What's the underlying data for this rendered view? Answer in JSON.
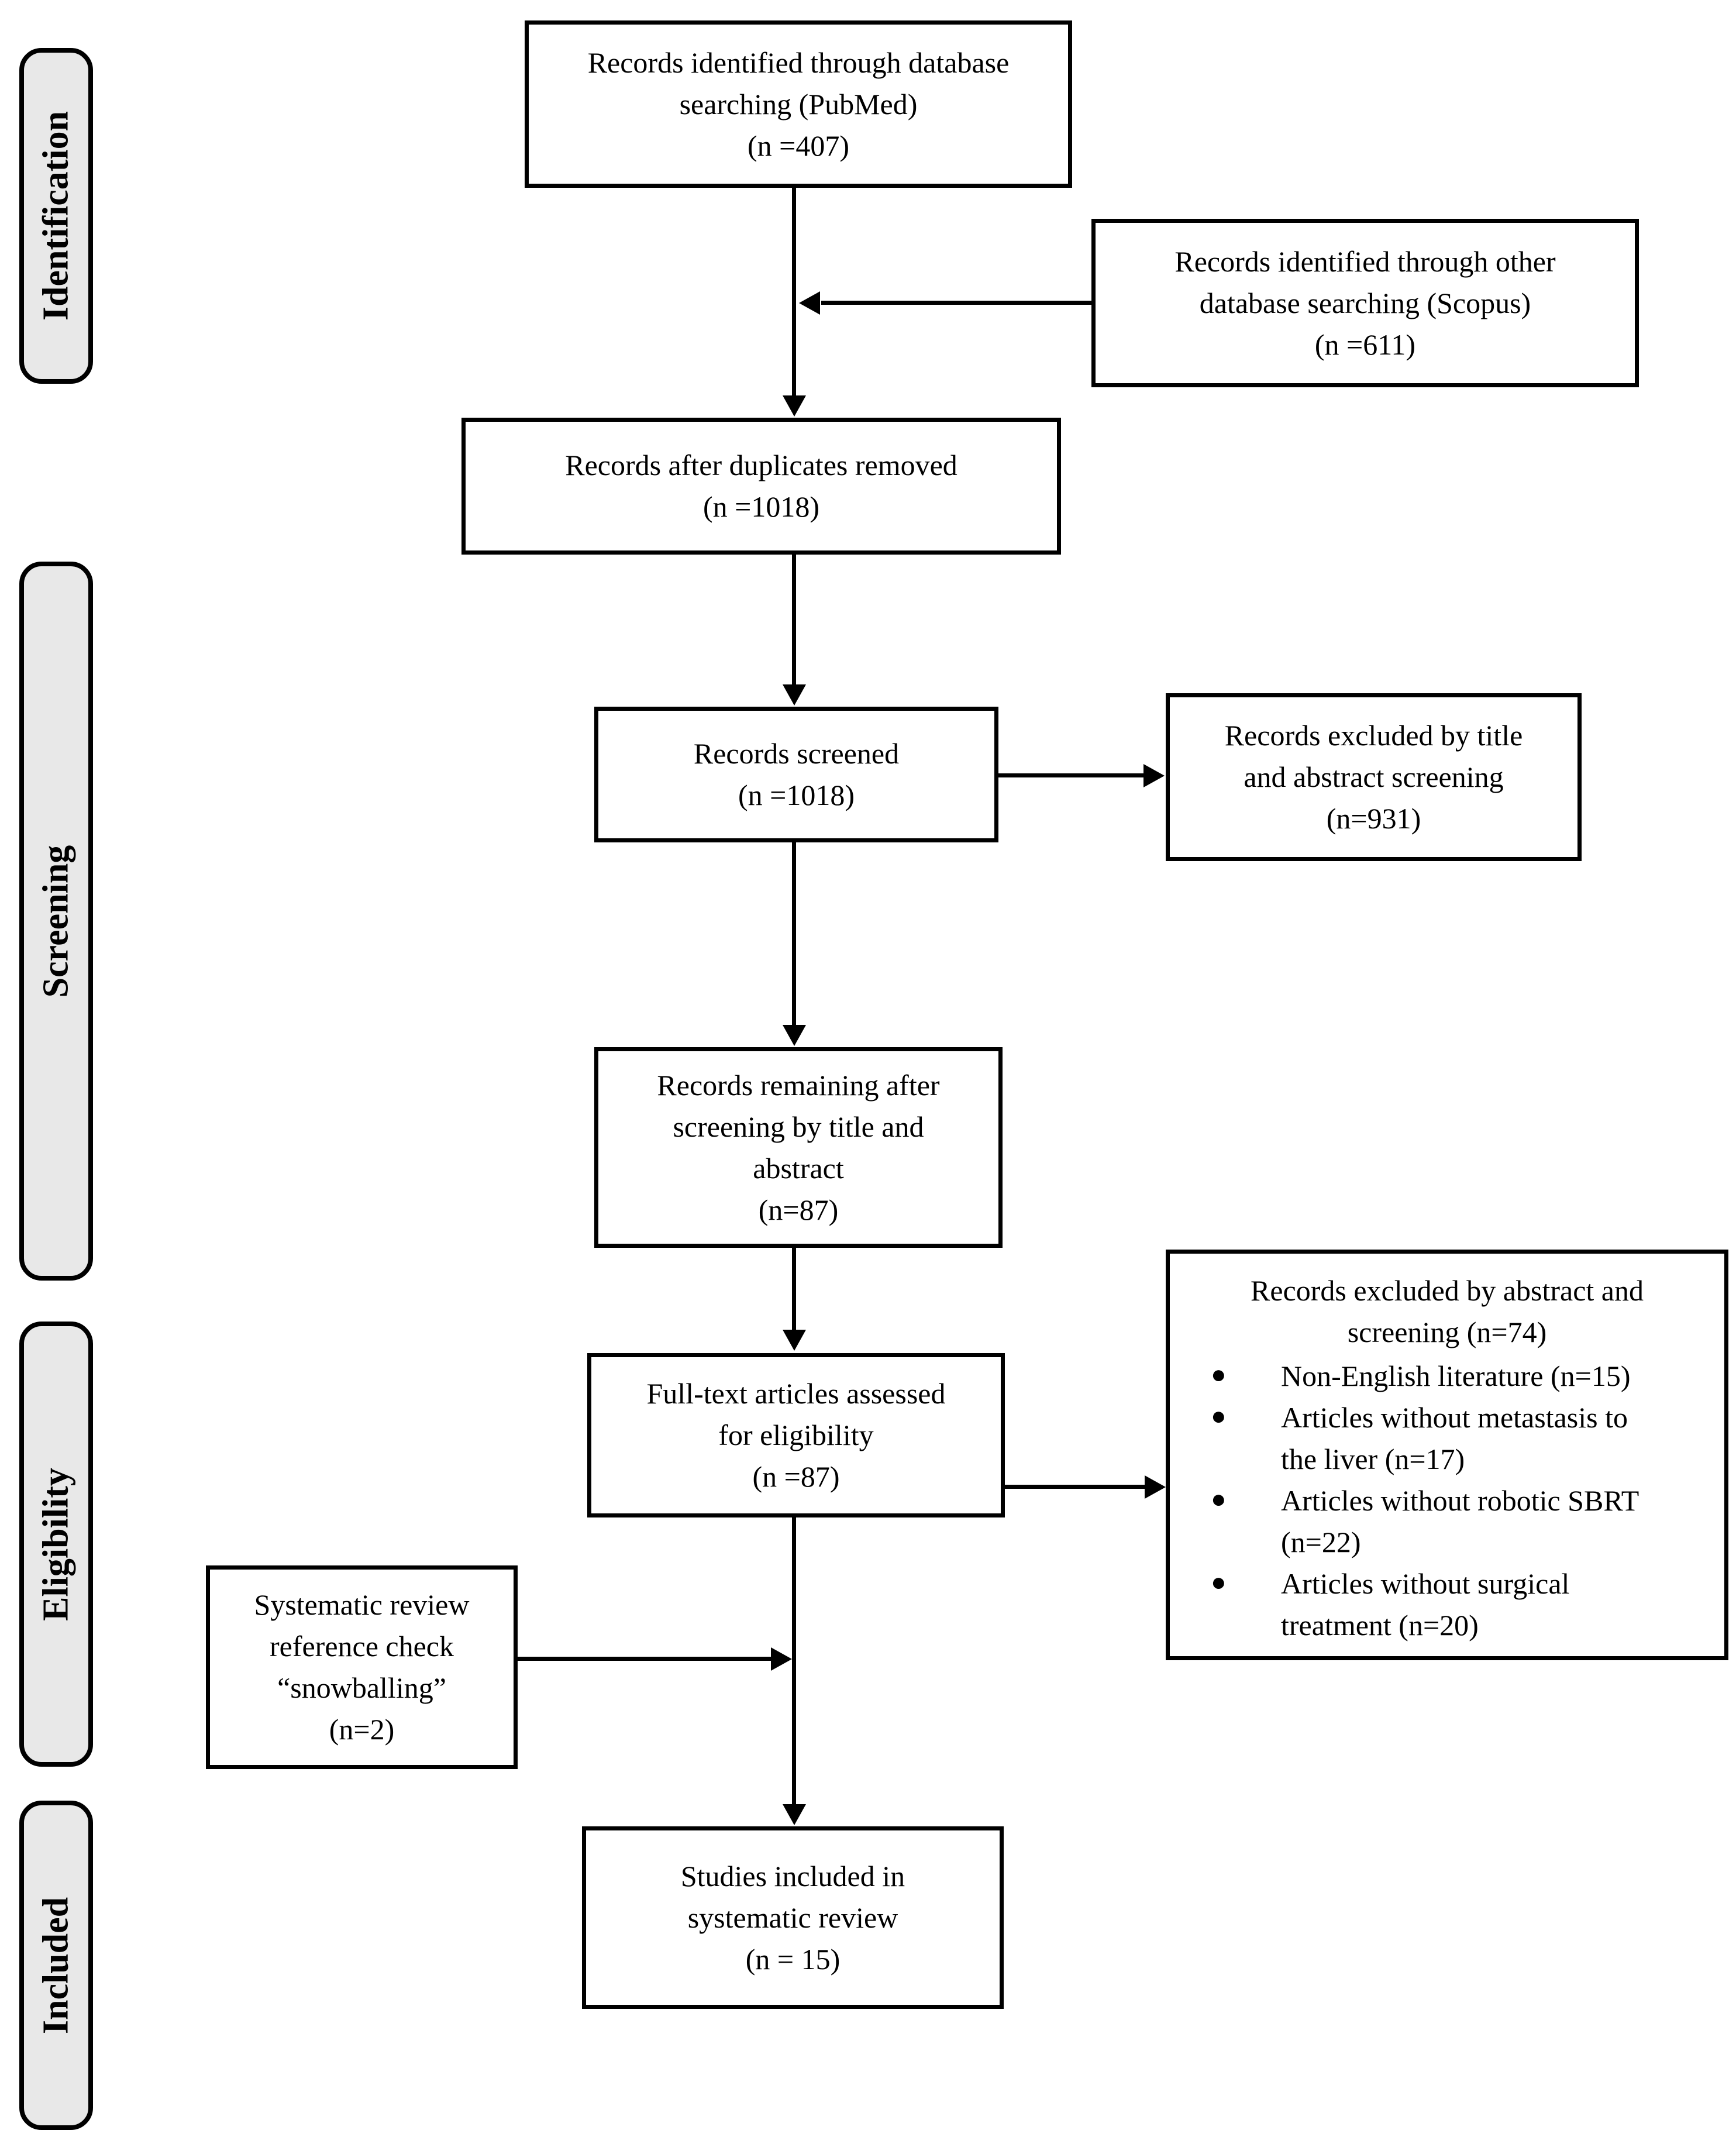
{
  "stages": [
    {
      "label": "Identification"
    },
    {
      "label": "Screening"
    },
    {
      "label": "Eligibility"
    },
    {
      "label": "Included"
    }
  ],
  "boxes": {
    "pubmed": {
      "text": "Records identified through database\nsearching (PubMed)\n(n =407)"
    },
    "scopus": {
      "text": "Records identified through other\ndatabase searching (Scopus)\n(n =611)"
    },
    "duplicates_removed": {
      "text": "Records after duplicates removed\n(n =1018)"
    },
    "records_screened": {
      "text": "Records screened\n(n =1018)"
    },
    "excluded_title_abstract": {
      "text": "Records excluded by title\nand abstract screening\n(n=931)"
    },
    "records_remaining": {
      "text": "Records remaining after\nscreening by title and\nabstract\n(n=87)"
    },
    "fulltext_assessed": {
      "text": "Full-text articles assessed\nfor eligibility\n(n =87)"
    },
    "excluded_fulltext": {
      "title": "Records excluded by abstract and\nscreening (n=74)",
      "bullet_glyph": "●",
      "bullets": [
        "Non-English literature (n=15)",
        "Articles without metastasis to\nthe liver (n=17)",
        "Articles without robotic SBRT\n(n=22)",
        "Articles without surgical\ntreatment (n=20)"
      ]
    },
    "snowballing": {
      "text": "Systematic review\nreference check\n“snowballing”\n(n=2)"
    },
    "included_studies": {
      "text": "Studies included in\nsystematic review\n(n = 15)"
    }
  },
  "colors": {
    "stage_fill": "#e8e8e8",
    "box_fill": "#ffffff",
    "line": "#000000"
  }
}
